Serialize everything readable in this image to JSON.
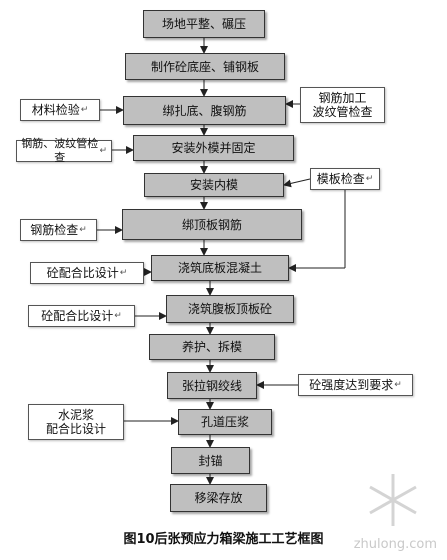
{
  "main_steps": [
    "场地平整、碾压",
    "制作砼底座、铺钢板",
    "绑扎底、腹钢筋",
    "安装外模并固定",
    "安装内模",
    "绑顶板钢筋",
    "浇筑底板混凝土",
    "浇筑腹板顶板砼",
    "养护、拆模",
    "张拉钢绞线",
    "孔道压浆",
    "封锚",
    "移梁存放"
  ],
  "side_inputs": {
    "material_check": "材料检验",
    "rebar_process": "钢筋加工\n波纹管检查",
    "rebar_duct_check": "钢筋、波纹管检查",
    "formwork_check": "模板检查",
    "rebar_check": "钢筋检查",
    "mix_design_1": "砼配合比设计",
    "mix_design_2": "砼配合比设计",
    "strength_req": "砼强度达到要求",
    "cement_mix": "水泥浆\n配合比设计"
  },
  "caption": "图10后张预应力箱梁施工工艺框图",
  "watermark": "zhulong.com",
  "colors": {
    "box_fill": "#bfbfbf",
    "side_fill": "#ffffff",
    "line": "#222222"
  }
}
